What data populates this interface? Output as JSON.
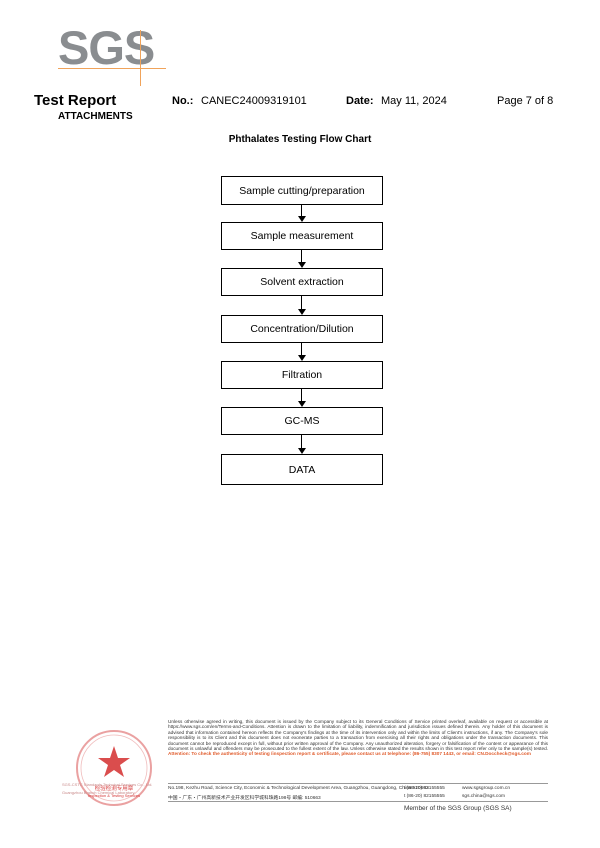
{
  "logo": {
    "text": "SGS"
  },
  "header": {
    "report_title": "Test Report",
    "section": "ATTACHMENTS",
    "no_label": "No.:",
    "no_value": "CANEC24009319101",
    "date_label": "Date:",
    "date_value": "May 11, 2024",
    "page": "Page 7 of 8"
  },
  "flow_title": "Phthalates Testing Flow Chart",
  "flow_steps": [
    "Sample cutting/preparation",
    "Sample measurement",
    "Solvent extraction",
    "Concentration/Dilution",
    "Filtration",
    "GC-MS",
    "DATA"
  ],
  "footer": {
    "disclaimer": "Unless otherwise agreed in writing, this document is issued by the Company subject to its General Conditions of Service printed overleaf, available on request or accessible at https://www.sgs.com/en/Terms-and-Conditions. Attention is drawn to the limitation of liability, indemnification and jurisdiction issues defined therein. Any holder of this document is advised that information contained hereon reflects the Company's findings at the time of its intervention only and within the limits of Client's instructions, if any. The Company's sole responsibility is to its Client and this document does not exonerate parties to a transaction from exercising all their rights and obligations under the transaction documents. This document cannot be reproduced except in full, without prior written approval of the Company. Any unauthorized alteration, forgery or falsification of the content or appearance of this document is unlawful and offenders may be prosecuted to the fullest extent of the law. Unless otherwise stated the results shown in this test report refer only to the sample(s) tested.",
    "alert": "Attention: To check the authenticity of testing /inspection report & certificate, please contact us at telephone: (86-755) 8307 1443, or email: CN.Doccheck@sgs.com",
    "address_en": "No.198, Kezhu Road, Science City, Economic & Technological Development Area, Guangzhou, Guangdong, China 510663",
    "address_cn": "中国・广东・广州高新技术产业开发区科学城科珠路198号   邮编: 510663",
    "tel1": "t (86-20) 82155555",
    "tel2": "t (86-20) 82155555",
    "web": "www.sgsgroup.com.cn",
    "email": "sgs.china@sgs.com",
    "member": "Member of the SGS Group (SGS SA)",
    "seal_cn": "检验检测专用章",
    "seal_en": "Inspection & Testing Services",
    "seal_side": "SGS-CSTC Standards Technical Services Co., Ltd. Guangzhou Branch Chemical Laboratory"
  },
  "colors": {
    "logo": "#8a8d90",
    "accent": "#f0a35a",
    "seal": "#d63a3a",
    "alert": "#e05a2a"
  }
}
